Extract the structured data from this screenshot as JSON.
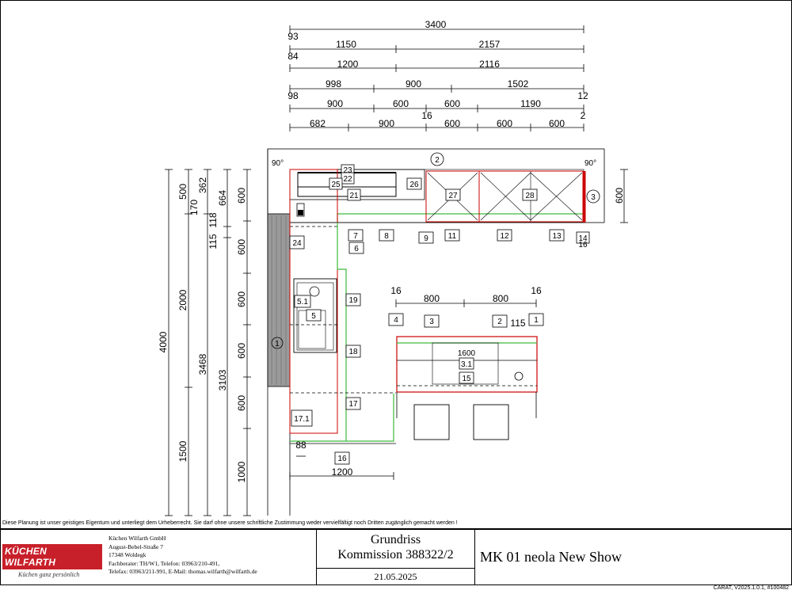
{
  "plan": {
    "top_dims": [
      {
        "values": [
          "3400"
        ]
      },
      {
        "values": [
          "93"
        ]
      },
      {
        "values": [
          "1150",
          "2157"
        ]
      },
      {
        "values": [
          "84"
        ]
      },
      {
        "values": [
          "1200",
          "2116"
        ]
      },
      {
        "values": [
          "998",
          "900",
          "1502"
        ]
      },
      {
        "values": [
          "98",
          "12"
        ]
      },
      {
        "values": [
          "900",
          "600",
          "600",
          "1190"
        ]
      },
      {
        "values": [
          "16",
          "2"
        ]
      },
      {
        "values": [
          "682",
          "900",
          "600",
          "600",
          "600"
        ]
      }
    ],
    "left_dims": [
      "4000",
      "500",
      "2000",
      "1500",
      "170",
      "362",
      "115",
      "118",
      "3468",
      "664",
      "3103",
      "600",
      "600",
      "600",
      "600",
      "600",
      "1000"
    ],
    "right_dim": "600",
    "angles": [
      "90°",
      "90°"
    ],
    "island_dims": [
      "16",
      "800",
      "800",
      "16",
      "115"
    ],
    "bottom_dims": [
      "88",
      "1200"
    ],
    "circled_labels": [
      "1",
      "2",
      "3"
    ],
    "item_labels": [
      "22",
      "23",
      "25",
      "21",
      "26",
      "27",
      "28",
      "3",
      "7",
      "8",
      "9",
      "11",
      "12",
      "13",
      "14",
      "16",
      "6",
      "24",
      "5.1",
      "5",
      "19",
      "18",
      "17",
      "17.1",
      "16",
      "4",
      "3",
      "2",
      "1",
      "1600",
      "3.1",
      "15"
    ]
  },
  "disclaimer": "Diese Planung ist unser geistiges Eigentum und unterliegt dem Urheberrecht. Sie darf ohne unsere schriftliche Zustimmung weder vervielfältigt noch Dritten zugänglich gemacht werden !",
  "company": {
    "logo_text": "KÜCHEN WILFARTH",
    "tagline": "Küchen ganz persönlich",
    "name": "Küchen Wilfarth GmbH",
    "street": "August-Bebel-Straße 7",
    "city": "17348 Woldegk",
    "advisor": "Fachberater: TH/W1, Telefon: 03963/210-491,",
    "contact": "Telefax: 03963/211-991, E-Mail: thomas.wilfarth@wilfarth.de"
  },
  "title_block": {
    "title": "Grundriss",
    "commission": "Kommission 388322/2",
    "date": "21.05.2025",
    "project": "MK 01 neola New Show"
  },
  "version": "CARAT, V2025.1.0.1, #100482"
}
